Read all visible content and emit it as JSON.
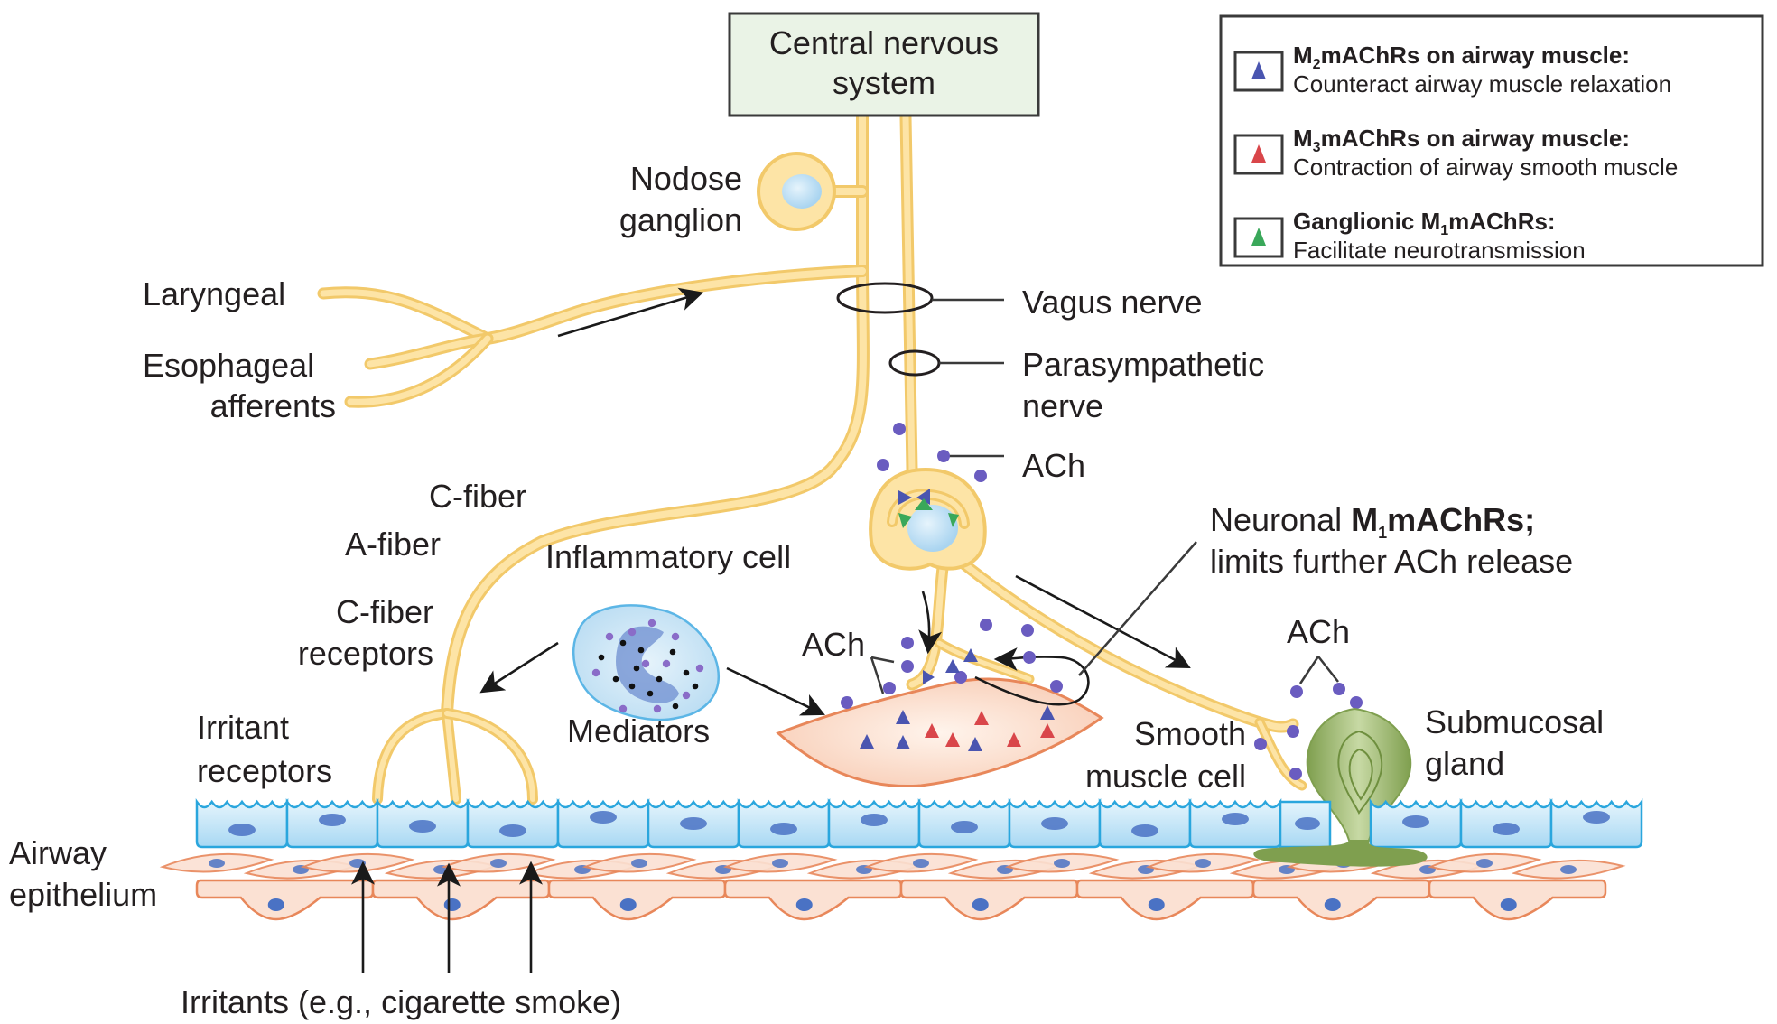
{
  "figure": {
    "title": "Neural control of airway: vagal afferent and parasympathetic efferent pathways with muscarinic receptors"
  },
  "cns_box": {
    "line1": "Central nervous",
    "line2": "system"
  },
  "legend": {
    "items": [
      {
        "icon": "blue-triangle-icon",
        "color": "#4a55b0",
        "title_prefix": "M",
        "title_sub": "2",
        "title_suffix": "mAChRs on airway muscle:",
        "description": "Counteract airway muscle relaxation"
      },
      {
        "icon": "red-triangle-icon",
        "color": "#d9464a",
        "title_prefix": "M",
        "title_sub": "3",
        "title_suffix": "mAChRs on airway muscle:",
        "description": "Contraction of airway smooth muscle"
      },
      {
        "icon": "green-triangle-icon",
        "color": "#3aa85a",
        "title_prefix": "Ganglionic M",
        "title_sub": "1",
        "title_suffix": "mAChRs:",
        "description": "Facilitate neurotransmission"
      }
    ]
  },
  "labels": {
    "nodose_1": "Nodose",
    "nodose_2": "ganglion",
    "laryngeal": "Laryngeal",
    "esophageal_1": "Esophageal",
    "esophageal_2": "afferents",
    "vagus": "Vagus nerve",
    "parasympathetic_1": "Parasympathetic",
    "parasympathetic_2": "nerve",
    "ach_top": "ACh",
    "c_fiber": "C-fiber",
    "a_fiber": "A-fiber",
    "inflammatory_cell": "Inflammatory cell",
    "c_fiber_receptors_1": "C-fiber",
    "c_fiber_receptors_2": "receptors",
    "neuronal_prefix": "Neuronal ",
    "neuronal_bold_prefix": "M",
    "neuronal_bold_sub": "1",
    "neuronal_bold_suffix": "mAChRs;",
    "neuronal_2": "limits further ACh release",
    "ach_muscle": "ACh",
    "ach_gland": "ACh",
    "mediators": "Mediators",
    "irritant_1": "Irritant",
    "irritant_2": "receptors",
    "smooth_1": "Smooth",
    "smooth_2": "muscle cell",
    "submucosal_1": "Submucosal",
    "submucosal_2": "gland",
    "airway_1": "Airway",
    "airway_2": "epithelium",
    "irritants": "Irritants (e.g., cigarette smoke)"
  },
  "colors": {
    "nerve": "#f2c96a",
    "nerve_fill": "#fde4a6",
    "cns_fill": "#eaf3e6",
    "nucleus": "#bfe0f4",
    "ach_dot": "#6a5cc0",
    "m2_blue": "#4a55b0",
    "m3_red": "#d9464a",
    "m1_green": "#3aa85a",
    "epithelium_fill": "#bfe3f7",
    "epithelium_stroke": "#2aa6dd",
    "submucosa_stroke": "#e8875a",
    "submucosa_fill": "#fbe1d3",
    "gland": "#8aaa5a"
  }
}
